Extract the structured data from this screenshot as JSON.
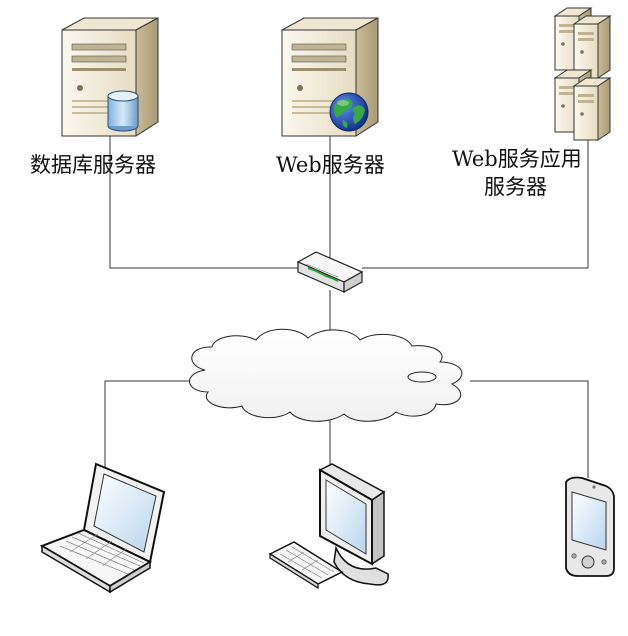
{
  "labels": {
    "db_server": "数据库服务器",
    "web_server": "Web服务器",
    "web_app_server_line1": "Web服务应用",
    "web_app_server_line2": "服务器"
  },
  "nodes": {
    "db_server": {
      "type": "server",
      "badge": "database-icon"
    },
    "web_server": {
      "type": "server",
      "badge": "globe-icon"
    },
    "web_app_server": {
      "type": "server-cluster"
    },
    "switch": {
      "type": "network-switch"
    },
    "cloud": {
      "type": "network-cloud"
    },
    "laptop": {
      "type": "laptop"
    },
    "desktop": {
      "type": "desktop-computer"
    },
    "mobile": {
      "type": "pda"
    }
  },
  "colors": {
    "server_light": "#f4eedd",
    "server_mid": "#d9cfb4",
    "server_dark": "#b7aa88",
    "screen": "#cfe4f3",
    "line": "#333333",
    "cylinder": "#9ec8e8",
    "globe_water": "#1c52c8",
    "globe_land": "#2c9a3e"
  }
}
